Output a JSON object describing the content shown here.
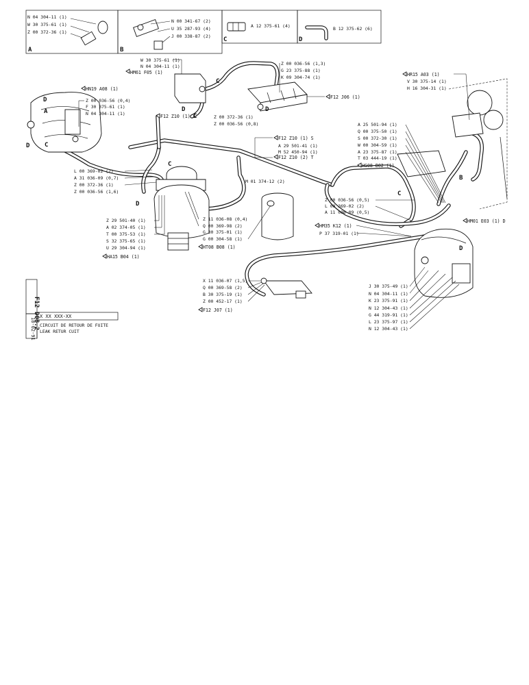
{
  "insets": {
    "a": {
      "letter": "A",
      "parts": [
        "N 04 304-11 (1)",
        "W 30 375-61 (1)",
        "Z 00 372-36 (1)"
      ]
    },
    "b": {
      "letter": "B",
      "parts": [
        "N 00 341-67 (2)",
        "U 35 287-93 (4)",
        "J 00 338-87 (2)"
      ]
    },
    "c": {
      "letter": "C",
      "parts": [
        "A 12 375-61 (4)"
      ]
    },
    "d": {
      "letter": "D",
      "parts": [
        "B 12 375-62 (6)"
      ]
    }
  },
  "callouts": {
    "hm61_block": [
      "W 30 375-61 (1)",
      "N 04 304-11 (1)",
      "HM61 F05 (1)"
    ],
    "top_mid": [
      "Z 00 036-56 (1,3)",
      "G 23 375-88 (1)",
      "K 09 304-74 (1)"
    ],
    "f12_j06": "F12 J06 (1)",
    "hn19": "HN19 A08 (1)",
    "hn19_parts": [
      "Z 00 036-56 (0,4)",
      "F 30 375-61 (1)",
      "N 04 304-11 (1)"
    ],
    "f12_z10_c": "F12 Z10 (1) C",
    "mid_top": [
      "Z 00 372-36 (1)",
      "Z 00 036-56 (0,8)"
    ],
    "left_parts": [
      "L 00 369-02 (2)",
      "A 31 036-09 (0,7)",
      "Z 00 372-36 (1)",
      "Z 00 036-56 (1,6)"
    ],
    "f12_z10_s": "F12 Z10 (1) S",
    "center_parts": [
      "A 29 501-41 (1)",
      "M 52 450-94 (1)"
    ],
    "f12_z10_t": "F12 Z10 (2) T",
    "m01": "M 01 374-12 (2)",
    "hr15": "HR15 A03 (1)",
    "hr15_parts": [
      "V 30 375-14 (1)",
      "H 16 304-31 (1)"
    ],
    "right_parts": [
      "A 25 501-94 (1)",
      "Q 00 375-50 (1)",
      "S 00 372-30 (1)",
      "W 00 304-59 (1)",
      "A 23 375-87 (1)",
      "T 03 444-19 (1)"
    ],
    "hg08": "HG08 B02 (1)",
    "right_mid": [
      "Z 00 036-56 (0,5)",
      "L 00 369-02 (2)",
      "A 11 036-09 (0,5)"
    ],
    "hm01": "HM01 E03 (1) D",
    "hm35": "HM35 K12 (1)",
    "p37": "P 37 319-01 (1)",
    "lower_left": [
      "Z 29 501-40 (1)",
      "A 02 374-05 (1)",
      "T 00 375-53 (1)",
      "S 32 375-65 (1)",
      "U 29 304-94 (1)"
    ],
    "ha15": "HA15 B04 (1)",
    "lower_center": [
      "Z 11 036-08 (0,4)",
      "Q 00 369-98 (2)",
      "G 30 375-01 (1)",
      "G 00 304-58 (1)"
    ],
    "ht08": "HT08 B08 (1)",
    "bottom_center": [
      "X 11 036-07 (1,5)",
      "Q 00 369-58 (2)",
      "B 30 375-19 (1)",
      "Z 00 452-17 (1)"
    ],
    "f12_j07": "F12 J07 (1)",
    "bottom_right": [
      "J 30 375-49 (1)",
      "N 04 304-11 (1)",
      "K 23 375-91 (1)",
      "N 12 304-43 (1)",
      "G 44 319-91 (1)",
      "L 23 375-97 (1)",
      "N 12 304-43 (1)"
    ]
  },
  "labels": {
    "d": "D",
    "a": "A",
    "b": "B",
    "c": "C"
  },
  "title_block": {
    "group": "F12",
    "page": "D08.2",
    "date": "18-02-91",
    "ref": "X XX XXX-XX",
    "title_fr": "CIRCUIT DE RETOUR DE FUITE",
    "title_en": "LEAK RETUR        CUIT"
  }
}
